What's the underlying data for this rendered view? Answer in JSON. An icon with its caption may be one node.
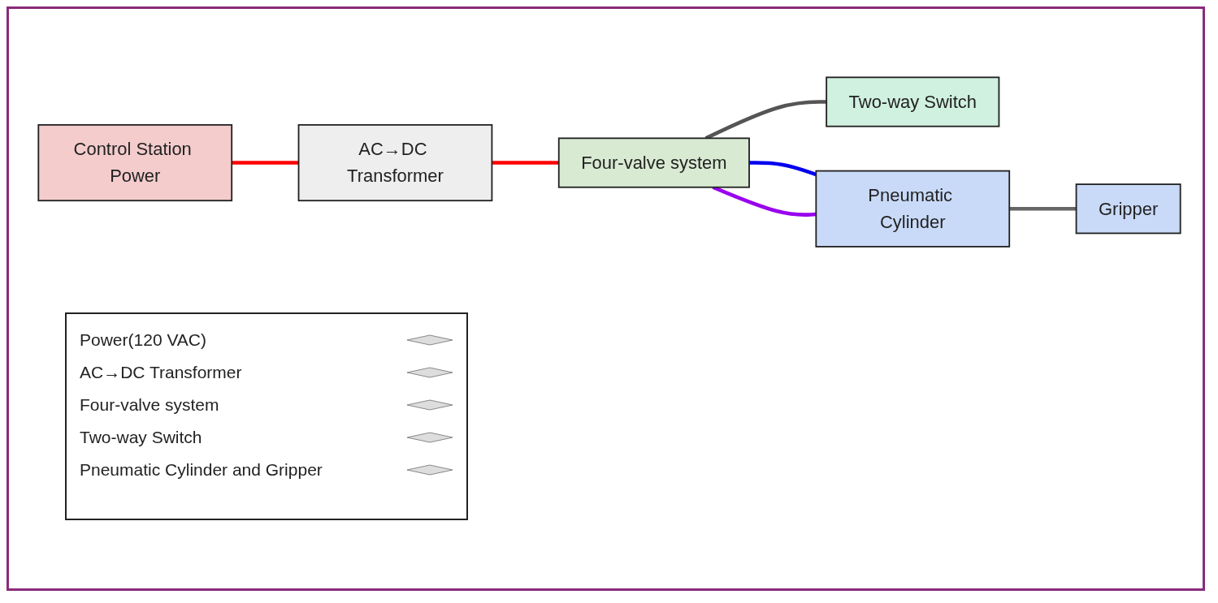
{
  "diagram": {
    "nodes": [
      {
        "text": [
          "AC→DC Transformer"
        ]
      },
      {
        "text": [
          "Control Station Power"
        ]
      },
      {
        "text": [
          "Four-valve system"
        ]
      },
      {
        "text": [
          "Two-way Switch"
        ]
      },
      {
        "text": [
          "Pneumatic Cylinder"
        ]
      },
      {
        "text": [
          "Gripper"
        ]
      }
    ],
    "edges": [
      {
        "from": 1,
        "to": 0,
        "arrow": "none",
        "color": "#ff0000"
      },
      {
        "from": 0,
        "to": 2,
        "arrow": "none",
        "color": "#ff0000"
      },
      {
        "from": 2,
        "to": 3,
        "arrow": "none",
        "color": "#555555"
      },
      {
        "from": 2,
        "to": 4,
        "arrow": "none",
        "color": "#0000ee"
      },
      {
        "from": 2,
        "to": 4,
        "arrow": "none",
        "color": "#9900ee"
      },
      {
        "from": 4,
        "to": 5,
        "arrow": "none",
        "color": "#666666"
      }
    ],
    "legend": [
      {
        "text": "Power(120 VAC)"
      },
      {
        "text": "AC→DC Transformer"
      },
      {
        "text": "Four-valve system"
      },
      {
        "text": "Two-way Switch"
      },
      {
        "text": "Pneumatic Cylinder and Gripper"
      }
    ]
  }
}
